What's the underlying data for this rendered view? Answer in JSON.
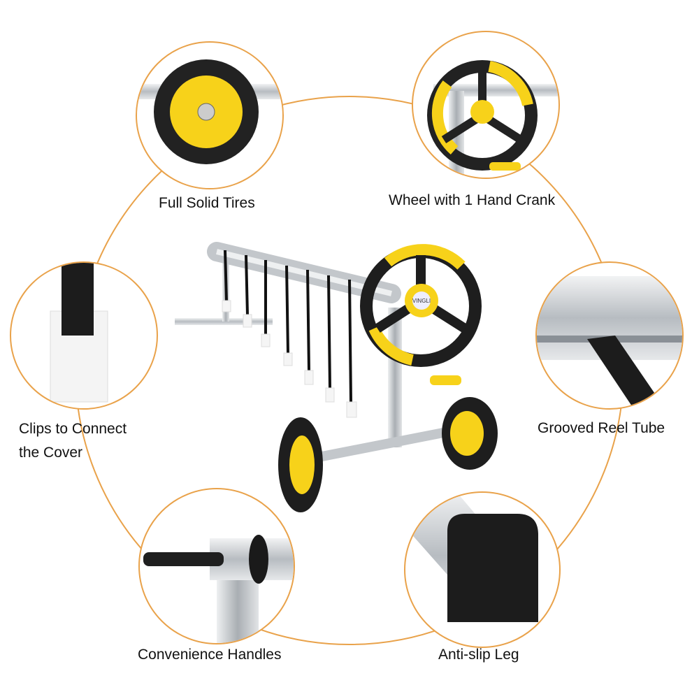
{
  "colors": {
    "accent": "#E9A24A",
    "yellow": "#F7D21A",
    "black": "#1a1a1a",
    "steel": "#c8ccd0"
  },
  "brand": "VINGLI",
  "features": [
    {
      "id": "tires",
      "label": "Full Solid Tires"
    },
    {
      "id": "crank",
      "label": "Wheel with 1 Hand Crank"
    },
    {
      "id": "clips",
      "label_line1": "Clips to Connect",
      "label_line2": "the Cover"
    },
    {
      "id": "tube",
      "label": "Grooved Reel Tube"
    },
    {
      "id": "handles",
      "label": "Convenience Handles"
    },
    {
      "id": "leg",
      "label": "Anti-slip Leg"
    }
  ]
}
